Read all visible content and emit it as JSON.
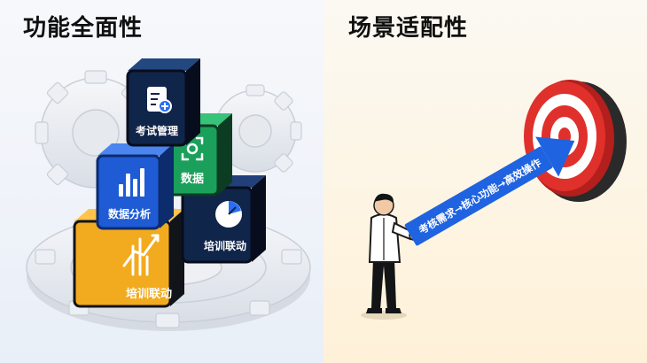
{
  "left_panel": {
    "title": "功能全面性",
    "cubes": {
      "top": {
        "label": "考试管理",
        "color": "#10254a",
        "icon": "document-icon"
      },
      "middle_left": {
        "label": "数据分析",
        "color": "#1e5bd4",
        "icon": "bar-chart-icon"
      },
      "middle_right": {
        "label": "数据",
        "color": "#1aa05a",
        "icon": "scan-frame-icon"
      },
      "bottom_left": {
        "label": "培训联动",
        "color": "#f2aa1f",
        "icon": "rising-chart-icon"
      },
      "bottom_right": {
        "label": "培训联动",
        "color": "#10254a",
        "icon": "pie-chart-icon"
      }
    },
    "gear_color": "#e9ecf1"
  },
  "right_panel": {
    "title": "场景适配性",
    "arrow_text": "考核需求→核心功能→高效操作",
    "arrow_color": "#1f63e0",
    "target_colors": {
      "red": "#e0302c",
      "white": "#ffffff"
    },
    "figure": "businessman-figure"
  }
}
